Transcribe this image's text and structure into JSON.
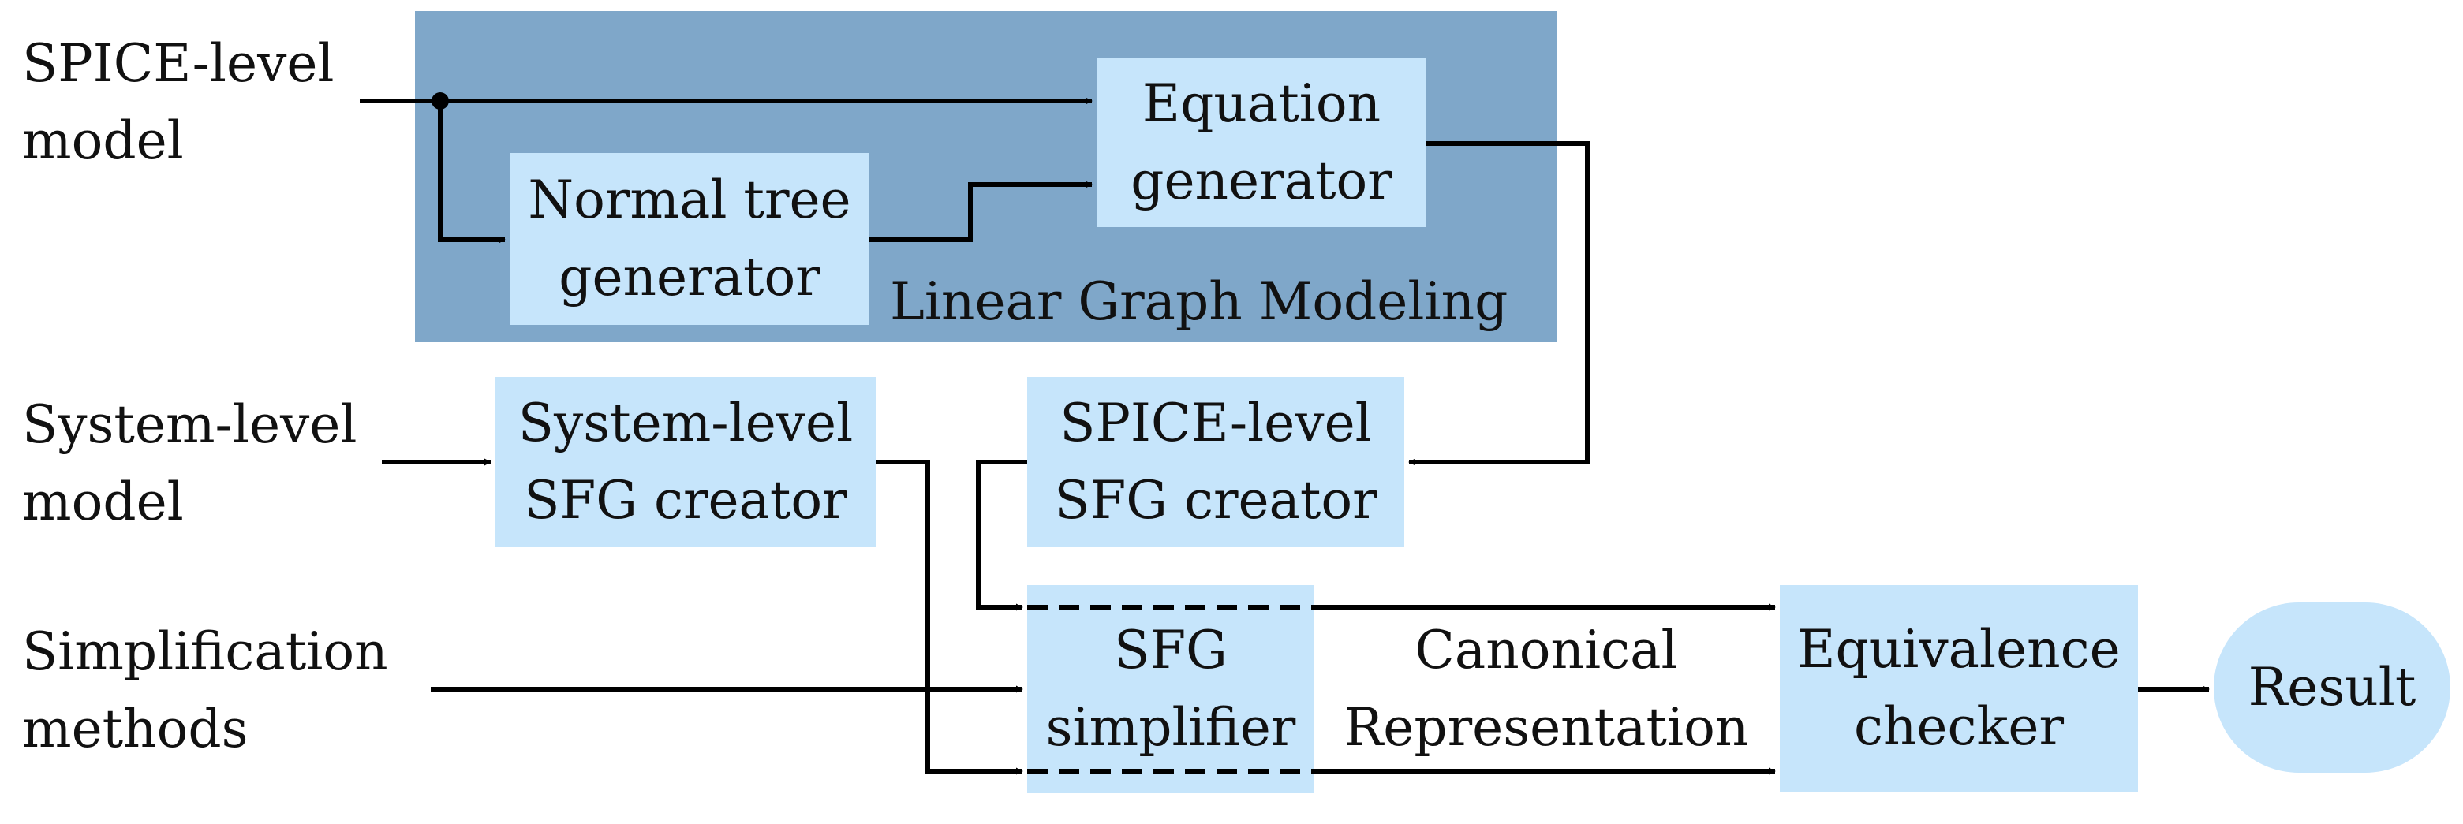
{
  "colors": {
    "group_background": "#7fa7c9",
    "block_fill": "#c6e5fb",
    "line": "#000000",
    "text": "#111111",
    "background": "#ffffff"
  },
  "inputs": {
    "spice_model": {
      "line1": "SPICE-level",
      "line2": "model"
    },
    "system_model": {
      "line1": "System-level",
      "line2": "model"
    },
    "simplification": {
      "line1": "Simplification",
      "line2": "methods"
    }
  },
  "group": {
    "label": "Linear Graph Modeling"
  },
  "blocks": {
    "equation_generator": {
      "line1": "Equation",
      "line2": "generator"
    },
    "normal_tree_generator": {
      "line1": "Normal tree",
      "line2": "generator"
    },
    "system_sfg_creator": {
      "line1": "System-level",
      "line2": "SFG creator"
    },
    "spice_sfg_creator": {
      "line1": "SPICE-level",
      "line2": "SFG creator"
    },
    "sfg_simplifier": {
      "line1": "SFG",
      "line2": "simplifier"
    },
    "equivalence_checker": {
      "line1": "Equivalence",
      "line2": "checker"
    }
  },
  "canonical": {
    "line1": "Canonical",
    "line2": "Representation"
  },
  "output": {
    "label": "Result"
  }
}
